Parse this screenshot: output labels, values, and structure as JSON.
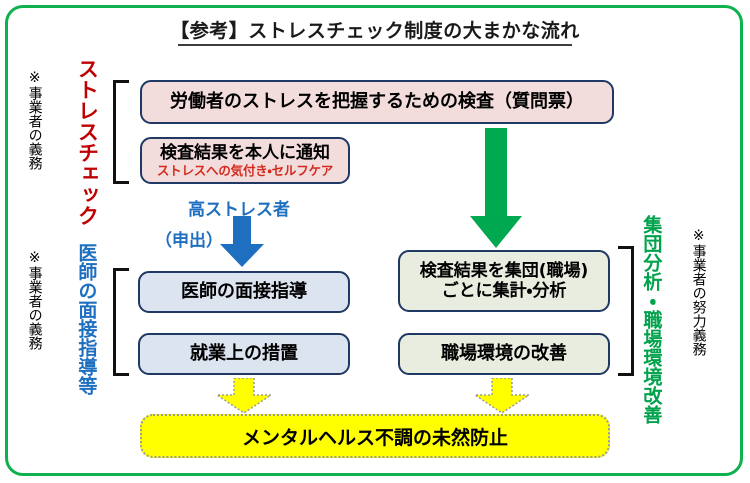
{
  "document": {
    "title": "【参考】ストレスチェック制度の大まかな流れ"
  },
  "colors": {
    "frame_green": "#0FB14E",
    "box_border_navy": "#1F3864",
    "pink_fill": "#F2DCDC",
    "blue_fill": "#DCE4F0",
    "green_fill": "#E9EDE0",
    "yellow_fill": "#FFFF00",
    "red_text": "#C00000",
    "blue_text": "#1F6FC0",
    "green_text": "#00A24B",
    "green_arrow": "#00A84F",
    "blue_arrow": "#1F6FC0",
    "yellow_arrow": "#FFFF00"
  },
  "side_labels": {
    "stress_check": {
      "category": "ストレスチェック",
      "note": "※事業者の義務"
    },
    "doctor_interview": {
      "category": "医師の面接指導等",
      "note": "※事業者の義務"
    },
    "group_analysis": {
      "category": "集団分析・職場環境改善",
      "note": "※事業者の努力義務"
    }
  },
  "boxes": {
    "survey": {
      "label": "労働者のストレスを把握するための検査（質問票）"
    },
    "notify": {
      "label": "検査結果を本人に通知",
      "sub": "ストレスへの気付き・セルフケア"
    },
    "interview": {
      "label": "医師の面接指導"
    },
    "measures": {
      "label": "就業上の措置"
    },
    "aggregate": {
      "line1": "検査結果を集団(職場)",
      "line2": "ごとに集計・分析"
    },
    "workplace": {
      "label": "職場環境の改善"
    },
    "outcome": {
      "label": "メンタルヘルス不調の未然防止"
    }
  },
  "annotations": {
    "high_stress": "高ストレス者",
    "application": "（申出）"
  },
  "icons": {
    "blue_arrow": "down-arrow-icon",
    "green_arrow": "down-arrow-icon",
    "yellow_arrow_left": "down-arrow-icon",
    "yellow_arrow_right": "down-arrow-icon"
  }
}
